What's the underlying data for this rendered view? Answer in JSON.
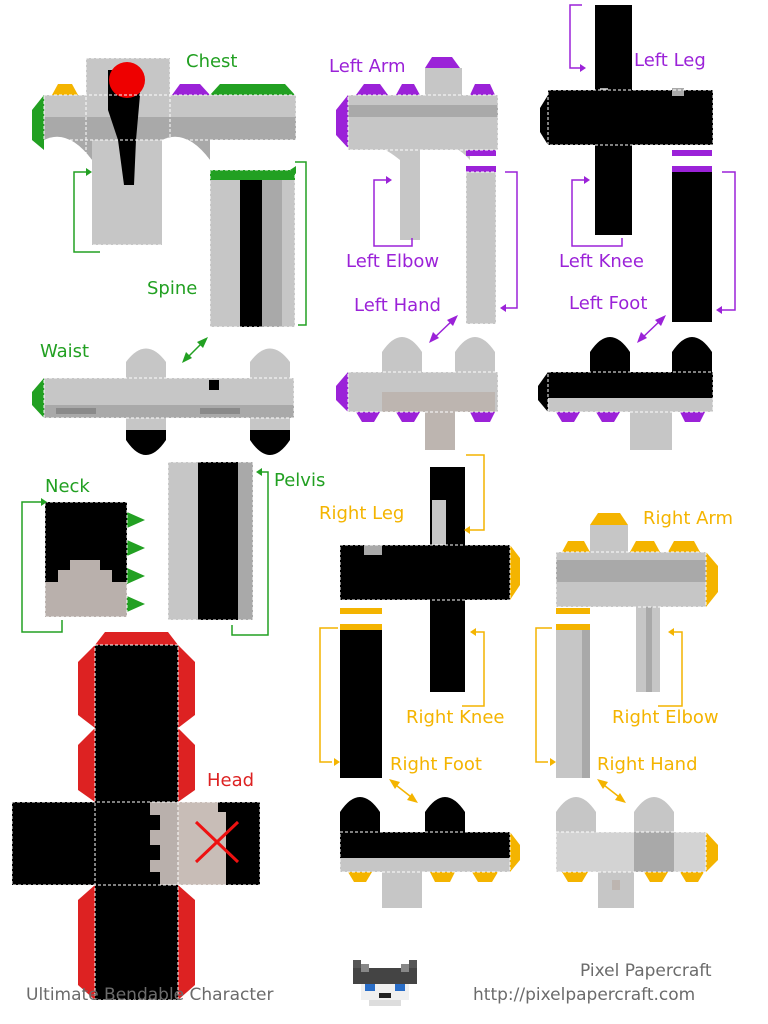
{
  "labels": {
    "chest": "Chest",
    "spine": "Spine",
    "waist": "Waist",
    "neck": "Neck",
    "pelvis": "Pelvis",
    "head": "Head",
    "left_arm": "Left Arm",
    "left_elbow": "Left Elbow",
    "left_hand": "Left Hand",
    "left_leg": "Left Leg",
    "left_knee": "Left Knee",
    "left_foot": "Left Foot",
    "right_leg": "Right Leg",
    "right_knee": "Right Knee",
    "right_foot": "Right Foot",
    "right_arm": "Right Arm",
    "right_elbow": "Right Elbow",
    "right_hand": "Right Hand"
  },
  "footer": {
    "title": "Ultimate Bendable Character",
    "brand": "Pixel Papercraft",
    "url": "http://pixelpapercraft.com"
  },
  "colors": {
    "green": "#22a022",
    "purple": "#9b22d8",
    "orange": "#f4b400",
    "red": "#dd2222",
    "light_gray": "#c8c8c8",
    "black": "#000000"
  }
}
